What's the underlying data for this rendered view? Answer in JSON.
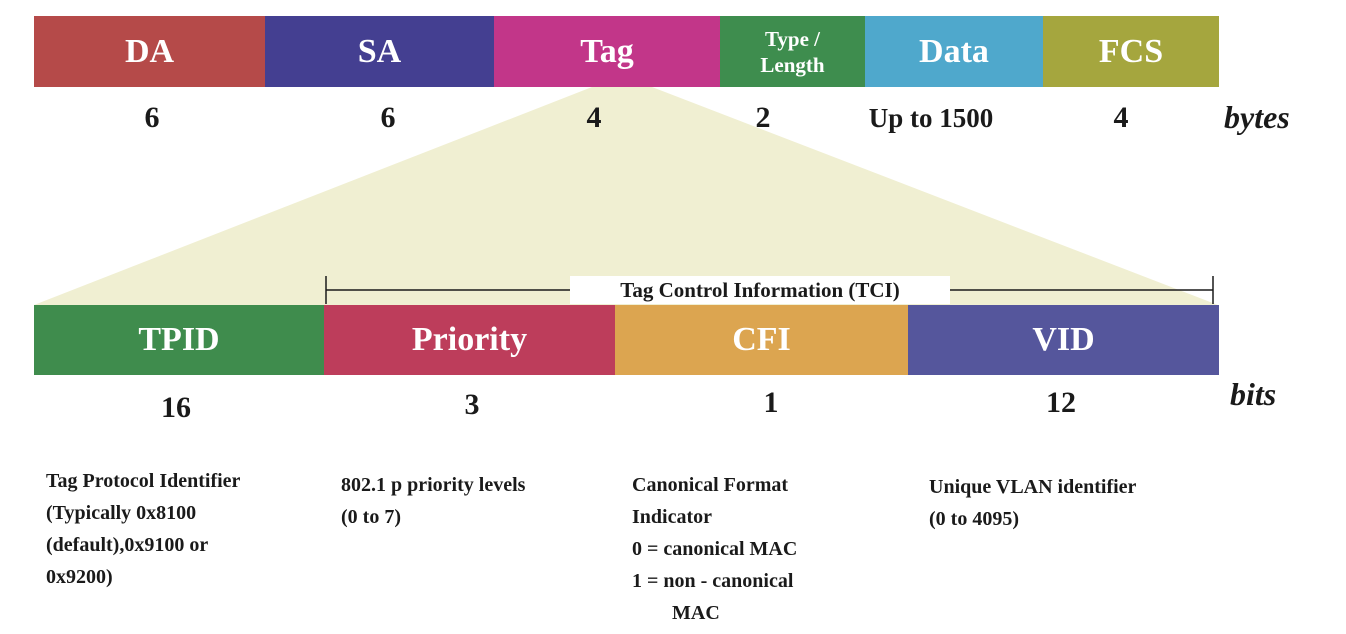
{
  "frame": {
    "fields": [
      {
        "label": "DA",
        "size": "6",
        "color": "#b54a49"
      },
      {
        "label": "SA",
        "size": "6",
        "color": "#443f91"
      },
      {
        "label": "Tag",
        "size": "4",
        "color": "#c23689"
      },
      {
        "label_line1": "Type /",
        "label_line2": "Length",
        "size": "2",
        "color": "#3e8d4e"
      },
      {
        "label": "Data",
        "size": "Up to 1500",
        "color": "#4fa8cc"
      },
      {
        "label": "FCS",
        "size": "4",
        "color": "#a5a63e"
      }
    ],
    "unit": "bytes"
  },
  "tag": {
    "tci_label": "Tag Control Information (TCI)",
    "fields": [
      {
        "label": "TPID",
        "size": "16",
        "color": "#3f8c4d"
      },
      {
        "label": "Priority",
        "size": "3",
        "color": "#bd3d5b"
      },
      {
        "label": "CFI",
        "size": "1",
        "color": "#dca550"
      },
      {
        "label": "VID",
        "size": "12",
        "color": "#55569c"
      }
    ],
    "unit": "bits",
    "expansion_color": "#f0efd2"
  },
  "descriptions": {
    "tpid": [
      "Tag Protocol Identifier",
      "(Typically 0x8100",
      "(default),0x9100 or",
      "0x9200)"
    ],
    "priority": [
      "802.1 p priority levels",
      "(0 to 7)"
    ],
    "cfi": [
      "Canonical Format",
      "Indicator",
      "0 = canonical MAC",
      "1 = non - canonical",
      "MAC"
    ],
    "vid": [
      "Unique VLAN identifier",
      "(0 to 4095)"
    ]
  }
}
